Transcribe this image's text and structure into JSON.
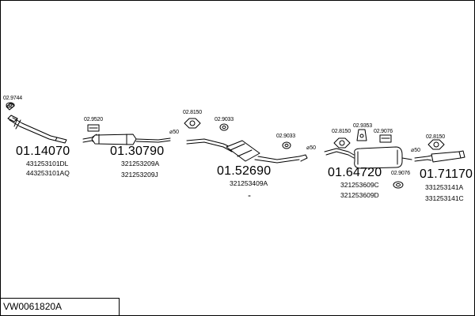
{
  "kit_code": "VW0061820A",
  "stroke_color": "#000000",
  "fill_color": "#ffffff",
  "assemblies": [
    {
      "number": "01.14070",
      "oem": [
        "431253101DL",
        "443253101AQ"
      ],
      "icon": "front-pipe-with-flange-icon"
    },
    {
      "number": "01.30790",
      "oem": [
        "321253209A",
        "321253209J"
      ],
      "icon": "front-silencer-icon"
    },
    {
      "number": "01.52690",
      "oem": [
        "321253409A"
      ],
      "icon": "middle-pipe-icon"
    },
    {
      "number": "01.64720",
      "oem": [
        "321253609C",
        "321253609D"
      ],
      "icon": "rear-silencer-icon"
    },
    {
      "number": "01.71170",
      "oem": [
        "331253141A",
        "331253141C"
      ],
      "icon": "tail-pipe-icon"
    }
  ],
  "fittings": [
    {
      "code": "02.9744",
      "icon": "gasket-icon"
    },
    {
      "code": "02.9520",
      "icon": "clamp-icon"
    },
    {
      "code": "02.8150",
      "icon": "bracket-icon"
    },
    {
      "code": "02.9033",
      "icon": "rubber-ring-icon"
    },
    {
      "code": "02.9033",
      "icon": "rubber-ring-icon"
    },
    {
      "code": "02.8150",
      "icon": "bracket-icon"
    },
    {
      "code": "02.9353",
      "icon": "hanger-icon"
    },
    {
      "code": "02.9076",
      "icon": "clamp-icon"
    },
    {
      "code": "02.9076",
      "icon": "clamp-icon"
    },
    {
      "code": "02.8150",
      "icon": "bracket-icon"
    }
  ],
  "diameters": [
    "⌀50",
    "⌀50",
    "⌀50"
  ]
}
